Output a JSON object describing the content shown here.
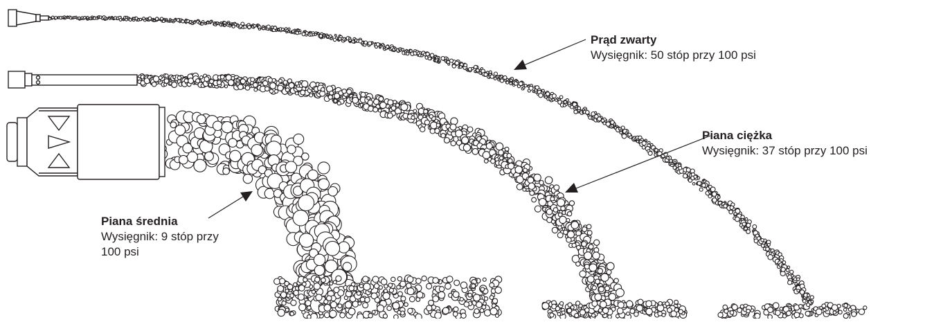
{
  "colors": {
    "ink": "#231f20",
    "background": "#ffffff"
  },
  "icons": [
    "straight-stream-nozzle-icon",
    "heavy-foam-nozzle-icon",
    "medium-foam-nozzle-icon"
  ],
  "callouts": {
    "straight": {
      "title": "Prąd zwarty",
      "desc": "Wysięgnik: 50 stóp przy 100 psi"
    },
    "heavy": {
      "title": "Piana ciężka",
      "desc": "Wysięgnik: 37 stóp przy 100 psi"
    },
    "medium": {
      "title": "Piana średnia",
      "desc": "Wysięgnik: 9 stóp przy 100 psi"
    }
  }
}
